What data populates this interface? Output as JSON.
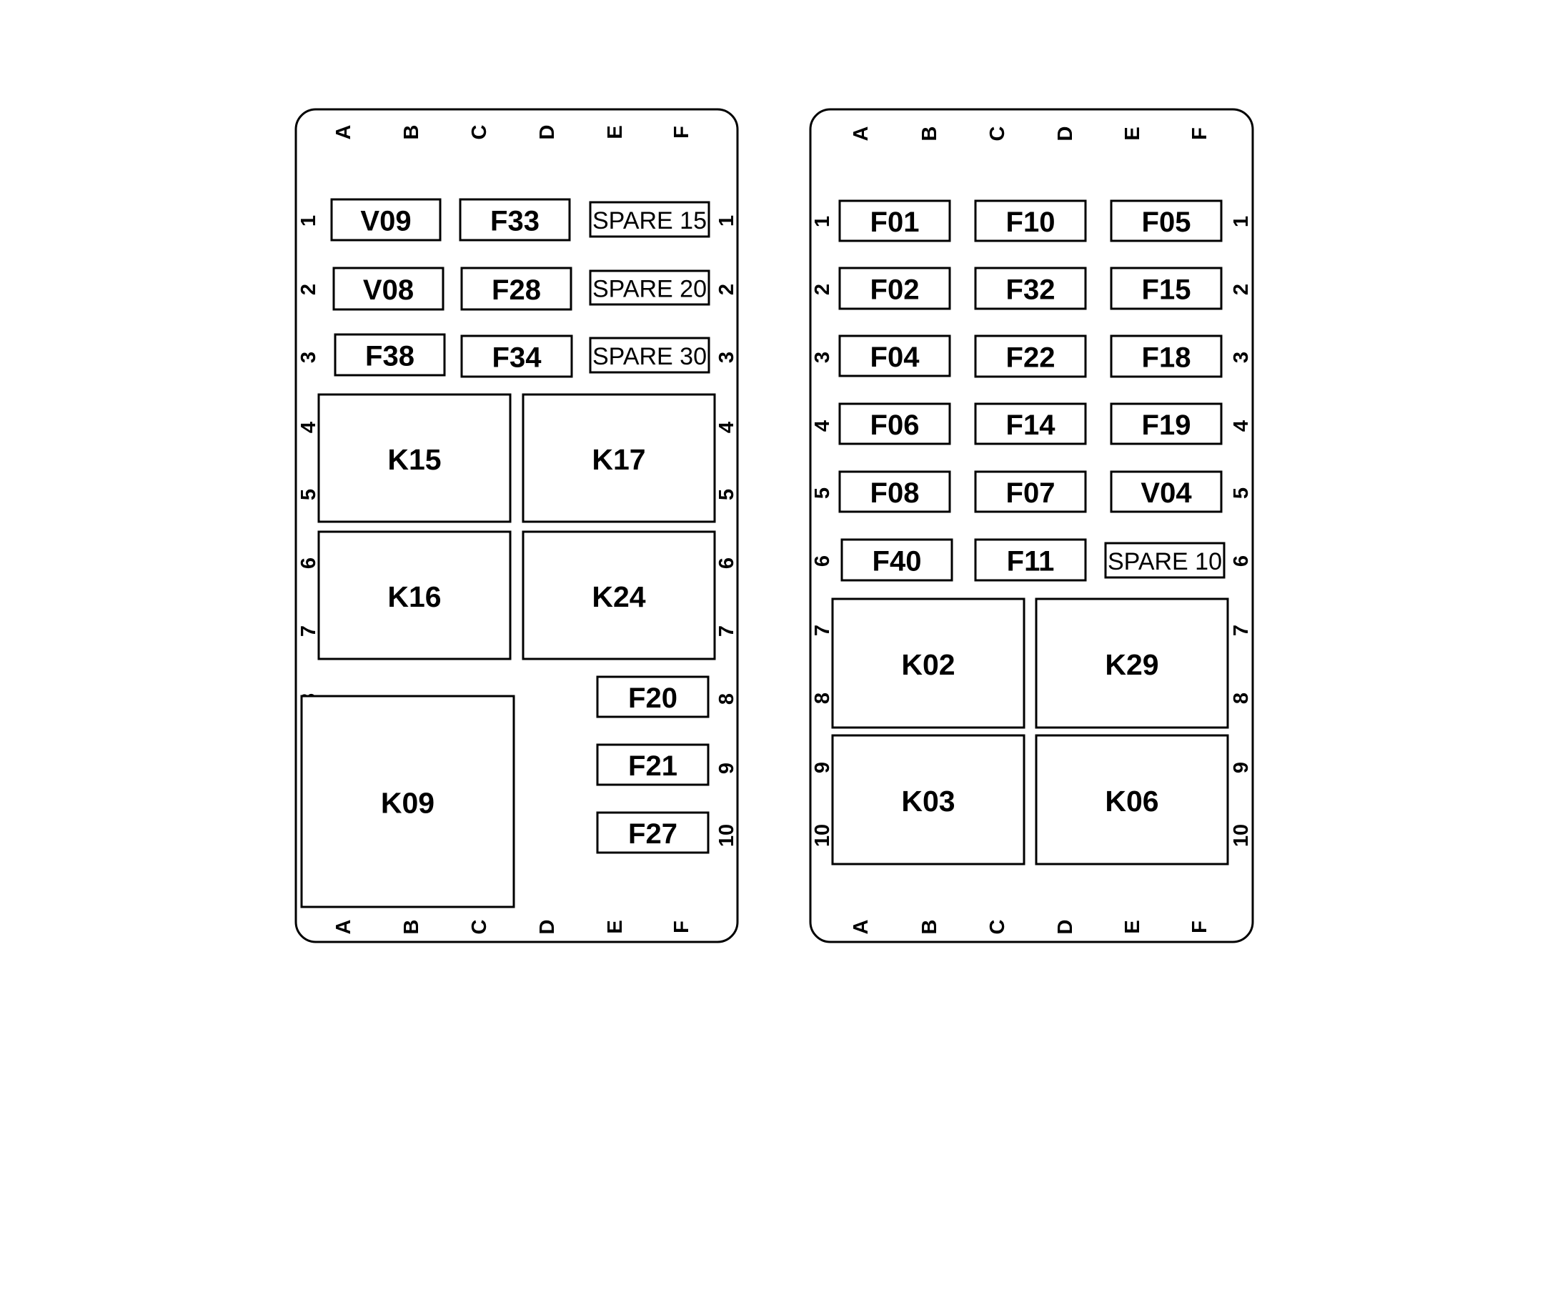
{
  "panels": [
    {
      "name": "left",
      "columns": [
        "A",
        "B",
        "C",
        "D",
        "E",
        "F"
      ],
      "rows": [
        "1",
        "2",
        "3",
        "4",
        "5",
        "6",
        "7",
        "8",
        "9",
        "10"
      ],
      "components": [
        {
          "id": "V09",
          "kind": "fuse"
        },
        {
          "id": "F33",
          "kind": "fuse"
        },
        {
          "id": "SPARE 15",
          "kind": "spare"
        },
        {
          "id": "V08",
          "kind": "fuse"
        },
        {
          "id": "F28",
          "kind": "fuse"
        },
        {
          "id": "SPARE 20",
          "kind": "spare"
        },
        {
          "id": "F38",
          "kind": "fuse"
        },
        {
          "id": "F34",
          "kind": "fuse"
        },
        {
          "id": "SPARE 30",
          "kind": "spare"
        },
        {
          "id": "K15",
          "kind": "relay"
        },
        {
          "id": "K17",
          "kind": "relay"
        },
        {
          "id": "K16",
          "kind": "relay"
        },
        {
          "id": "K24",
          "kind": "relay"
        },
        {
          "id": "K09",
          "kind": "relay"
        },
        {
          "id": "F20",
          "kind": "fuse"
        },
        {
          "id": "F21",
          "kind": "fuse"
        },
        {
          "id": "F27",
          "kind": "fuse"
        }
      ]
    },
    {
      "name": "right",
      "columns": [
        "A",
        "B",
        "C",
        "D",
        "E",
        "F"
      ],
      "rows": [
        "1",
        "2",
        "3",
        "4",
        "5",
        "6",
        "7",
        "8",
        "9",
        "10"
      ],
      "components": [
        {
          "id": "F01",
          "kind": "fuse"
        },
        {
          "id": "F10",
          "kind": "fuse"
        },
        {
          "id": "F05",
          "kind": "fuse"
        },
        {
          "id": "F02",
          "kind": "fuse"
        },
        {
          "id": "F32",
          "kind": "fuse"
        },
        {
          "id": "F15",
          "kind": "fuse"
        },
        {
          "id": "F04",
          "kind": "fuse"
        },
        {
          "id": "F22",
          "kind": "fuse"
        },
        {
          "id": "F18",
          "kind": "fuse"
        },
        {
          "id": "F06",
          "kind": "fuse"
        },
        {
          "id": "F14",
          "kind": "fuse"
        },
        {
          "id": "F19",
          "kind": "fuse"
        },
        {
          "id": "F08",
          "kind": "fuse"
        },
        {
          "id": "F07",
          "kind": "fuse"
        },
        {
          "id": "V04",
          "kind": "fuse"
        },
        {
          "id": "F40",
          "kind": "fuse"
        },
        {
          "id": "F11",
          "kind": "fuse"
        },
        {
          "id": "SPARE 10",
          "kind": "spare"
        },
        {
          "id": "K02",
          "kind": "relay"
        },
        {
          "id": "K29",
          "kind": "relay"
        },
        {
          "id": "K03",
          "kind": "relay"
        },
        {
          "id": "K06",
          "kind": "relay"
        }
      ]
    }
  ]
}
